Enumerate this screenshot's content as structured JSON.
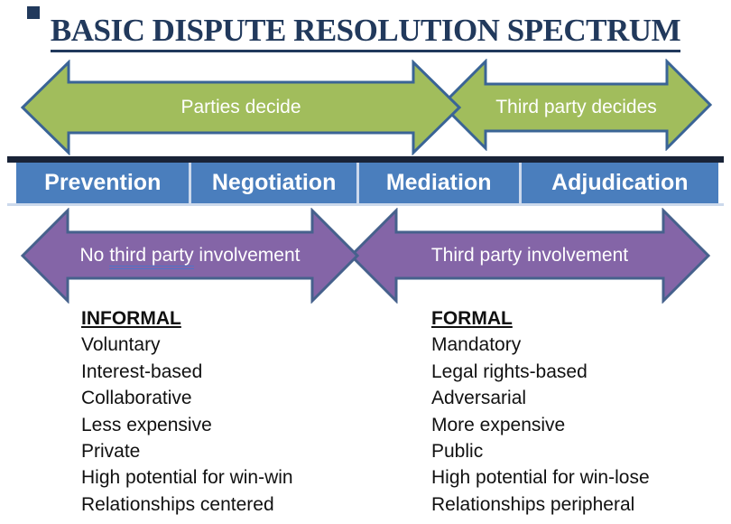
{
  "title": "BASIC DISPUTE RESOLUTION SPECTRUM",
  "top_arrows": {
    "left_label": "Parties decide",
    "right_label": "Third party decides"
  },
  "spectrum_bar": {
    "segments": [
      "Prevention",
      "Negotiation",
      "Mediation",
      "Adjudication"
    ]
  },
  "bottom_arrows": {
    "left_prefix": "No ",
    "left_underlined": "third party",
    "left_suffix": " involvement",
    "right_label": "Third party involvement"
  },
  "columns": {
    "informal": {
      "heading": "INFORMAL",
      "items": [
        "Voluntary",
        "Interest-based",
        "Collaborative",
        "Less expensive",
        "Private",
        "High potential for win-win",
        "Relationships centered"
      ]
    },
    "formal": {
      "heading": "FORMAL",
      "items": [
        "Mandatory",
        "Legal rights-based",
        "Adversarial",
        "More expensive",
        "Public",
        "High potential for win-lose",
        "Relationships peripheral"
      ]
    }
  },
  "colors": {
    "titleNavy": "#21395c",
    "green": "#a1bd5c",
    "greenBorder": "#3a6496",
    "purple": "#8465a7",
    "purpleBorder": "#46618c",
    "barBlue": "#4a7ebd",
    "barSeparator": "#ccd9ec",
    "navyLine": "#192337",
    "underlineBlue": "#4f74c8"
  }
}
